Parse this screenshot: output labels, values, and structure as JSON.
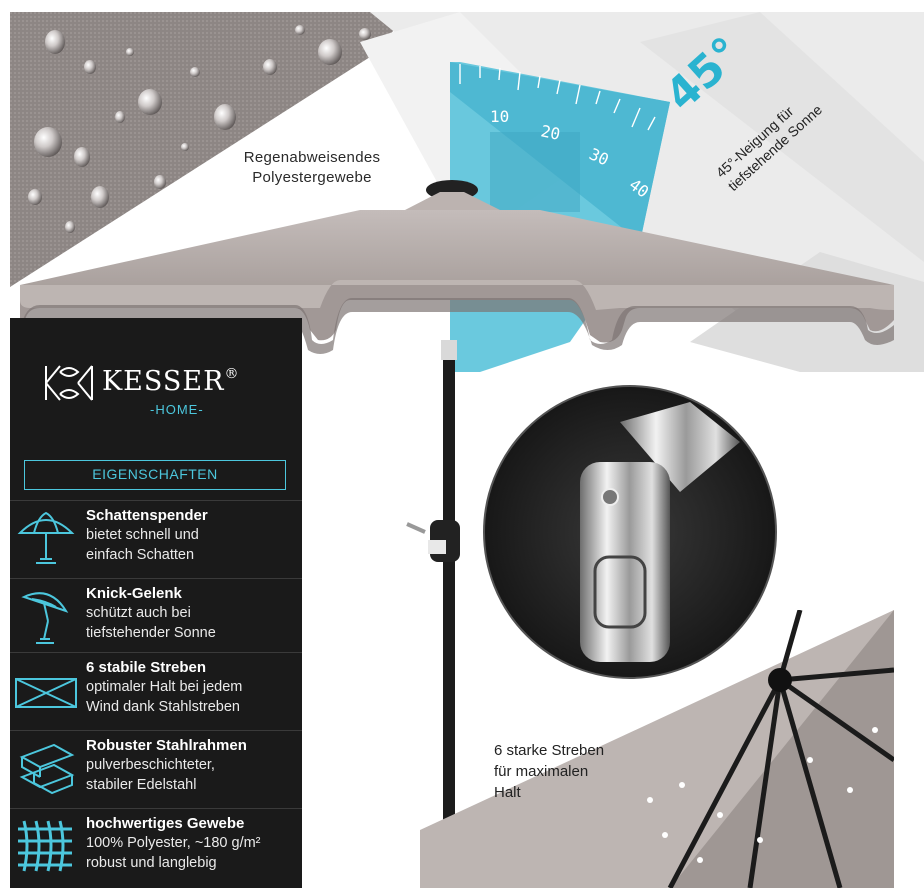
{
  "labels": {
    "rain_line1": "Regenabweisendes",
    "rain_line2": "Polyestergewebe",
    "tilt_big": "45°",
    "tilt_line1": "45°-Neigung für",
    "tilt_line2": "tiefstehende Sonne",
    "struts_line1": "6 starke Streben",
    "struts_line2": "für maximalen",
    "struts_line3": "Halt"
  },
  "protractor_ticks": [
    "10",
    "20",
    "30",
    "40"
  ],
  "brand": {
    "name": "KESSER",
    "registered": "®",
    "sub": "-HOME-"
  },
  "properties_button": "EIGENSCHAFTEN",
  "features": [
    {
      "icon": "parasol-icon",
      "title": "Schattenspender",
      "lines": [
        "bietet schnell und",
        "einfach Schatten"
      ]
    },
    {
      "icon": "tilted-parasol-icon",
      "title": "Knick-Gelenk",
      "lines": [
        "schützt auch bei",
        "tiefstehender Sonne"
      ]
    },
    {
      "icon": "struts-frame-icon",
      "title": "6 stabile Streben",
      "lines": [
        "optimaler Halt bei jedem",
        "Wind dank Stahlstreben"
      ]
    },
    {
      "icon": "steel-beam-icon",
      "title": "Robuster Stahlrahmen",
      "lines": [
        "pulverbeschichteter,",
        "stabiler Edelstahl"
      ]
    },
    {
      "icon": "fabric-weave-icon",
      "title": "hochwertiges Gewebe",
      "lines": [
        "100% Polyester, ~180 g/m²",
        "robust und langlebig"
      ]
    }
  ],
  "colors": {
    "accent": "#4cc7dd",
    "canopy": "#b3a9a6",
    "panel": "#1a1a1a"
  }
}
